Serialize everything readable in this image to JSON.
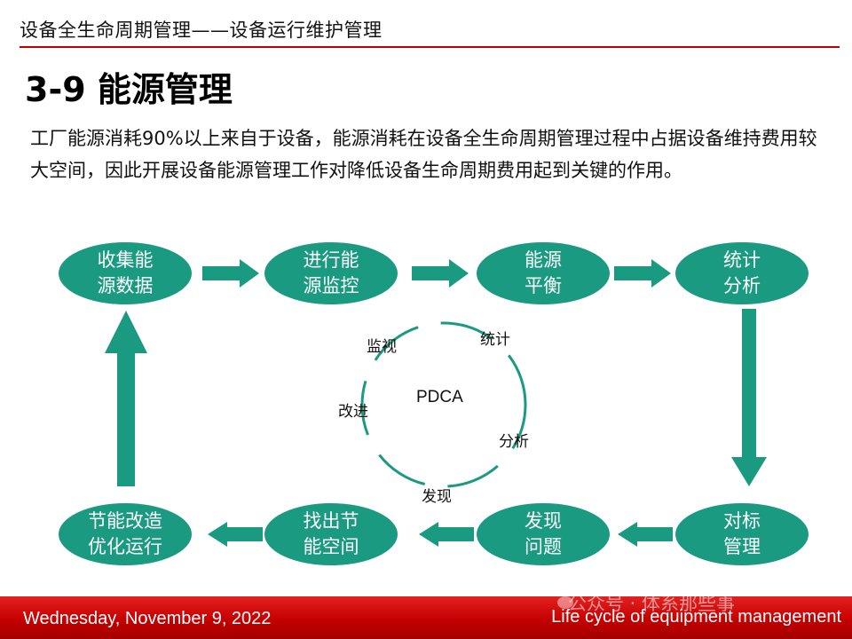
{
  "header": {
    "title": "设备全生命周期管理——设备运行维护管理"
  },
  "slide": {
    "title": "3-9  能源管理",
    "body": "工厂能源消耗90%以上来自于设备，能源消耗在设备全生命周期管理过程中占据设备维持费用较大空间，因此开展设备能源管理工作对降低设备生命周期费用起到关键的作用。"
  },
  "flow": {
    "node1": "收集能\n源数据",
    "node2": "进行能\n源监控",
    "node3": "能源\n平衡",
    "node4": "统计\n分析",
    "node5": "对标\n管理",
    "node6": "发现\n问题",
    "node7": "找出节\n能空间",
    "node8": "节能改造\n优化运行"
  },
  "cycle": {
    "center": "PDCA",
    "labels": {
      "monitor": "监视",
      "stats": "统计",
      "analysis": "分析",
      "discover": "发现",
      "improve": "改进"
    }
  },
  "footer": {
    "date": "Wednesday, November 9, 2022",
    "right": "Life cycle of equipment  management",
    "watermark": "公众号 · 体系那些事"
  },
  "colors": {
    "node_fill": "#1a9a80",
    "footer_red": "#c40000",
    "rule_red": "#c00000"
  }
}
